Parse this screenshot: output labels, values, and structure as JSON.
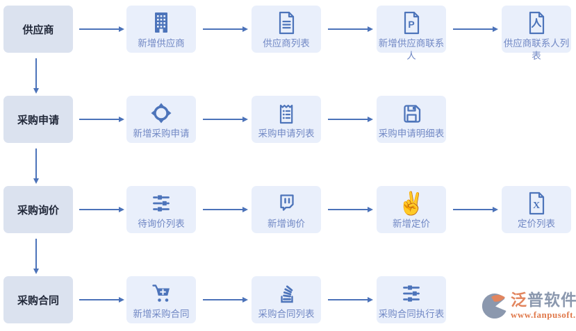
{
  "colors": {
    "arrow": "#4b72b9",
    "stage_bg": "#dbe2ef",
    "stage_text": "#22293a",
    "step_bg": "#e9effb",
    "step_text": "#7289c5",
    "icon_blue": "#4d74ba",
    "logo_gray": "#8b98ae",
    "logo_orange": "#e0794b"
  },
  "icons": {
    "victory_hand": "✌"
  },
  "rows": [
    {
      "stage": "供应商",
      "steps": [
        {
          "label": "新增供应商",
          "icon": "building-icon"
        },
        {
          "label": "供应商列表",
          "icon": "document-lines-icon"
        },
        {
          "label": "新增供应商联系人",
          "icon": "document-p-icon"
        },
        {
          "label": "供应商联系人列表",
          "icon": "document-person-icon"
        }
      ]
    },
    {
      "stage": "采购申请",
      "steps": [
        {
          "label": "新增采购申请",
          "icon": "target-icon"
        },
        {
          "label": "采购申请列表",
          "icon": "clipboard-list-icon"
        },
        {
          "label": "采购申请明细表",
          "icon": "floppy-disk-icon"
        }
      ]
    },
    {
      "stage": "采购询价",
      "steps": [
        {
          "label": "待询价列表",
          "icon": "sliders-icon"
        },
        {
          "label": "新增询价",
          "icon": "chat-bubble-icon"
        },
        {
          "label": "新增定价",
          "icon": "victory-hand-icon"
        },
        {
          "label": "定价列表",
          "icon": "document-x-icon"
        }
      ]
    },
    {
      "stage": "采购合同",
      "steps": [
        {
          "label": "新增采购合同",
          "icon": "cart-plus-icon"
        },
        {
          "label": "采购合同列表",
          "icon": "stack-icon"
        },
        {
          "label": "采购合同执行表",
          "icon": "sliders-icon"
        }
      ]
    }
  ],
  "logo": {
    "brand_accent": "泛",
    "brand_rest": "普软件",
    "website": "www.fanpusoft.com"
  }
}
